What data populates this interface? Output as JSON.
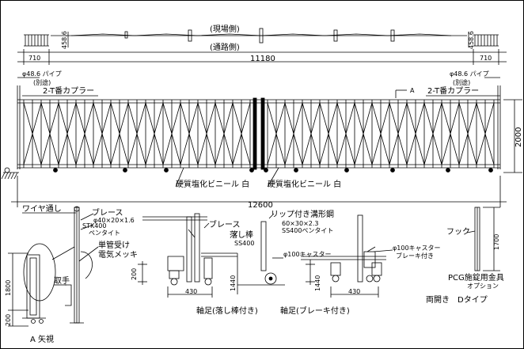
{
  "top_view": {
    "site_side": "(現場側)",
    "road_side": "(通路側)",
    "total_width": "11180",
    "end_width_left": "710",
    "end_width_right": "710",
    "depth_left": "458.6",
    "depth_right": "458.6"
  },
  "front_view": {
    "pipe_left": "φ48.6 パイプ",
    "pipe_left_note": "(別途)",
    "coupler_left": "2-T番カプラー",
    "pipe_right": "φ48.6 パイプ",
    "pipe_right_note": "(別途)",
    "coupler_right": "2-T番カプラー",
    "section_mark": "A",
    "height": "2000",
    "total_length": "12600",
    "panel_material_1": "硬質塩化ビニール 白",
    "panel_material_2": "硬質塩化ビニール 白"
  },
  "post_detail": {
    "wire_label": "ワイヤ通し",
    "brace_label": "ブレース",
    "brace_spec": "φ40×20×1.6",
    "post_spec_1": "STK400",
    "post_spec_2": "ペンタイト",
    "finish_1": "単管受け",
    "finish_2": "電気メッキ",
    "handle": "取手",
    "height": "1800",
    "base_height": "200",
    "view_label": "A 矢視"
  },
  "foot_detail": {
    "brace": "ブレース",
    "drop_bar": "落し棒",
    "drop_bar_material": "SS400",
    "channel_label": "リップ付き溝形鋼",
    "channel_size": "60×30×2.3",
    "channel_spec": "SS400ペンタイト",
    "caster_left": "φ100キャスター",
    "caster_right": "φ100キャスター",
    "caster_brake": "ブレーキ付き",
    "dim_left": "430",
    "dim_right": "430",
    "h_left": "1440",
    "h_right": "1440",
    "h_200": "200",
    "caption_left": "軸足(落し棒付き)",
    "caption_right": "軸足(ブレーキ付き)"
  },
  "lock_detail": {
    "hook": "フック",
    "height": "1700",
    "title": "PCG施錠用金具",
    "subtitle": "オプション",
    "type": "両開き　Dタイプ"
  }
}
